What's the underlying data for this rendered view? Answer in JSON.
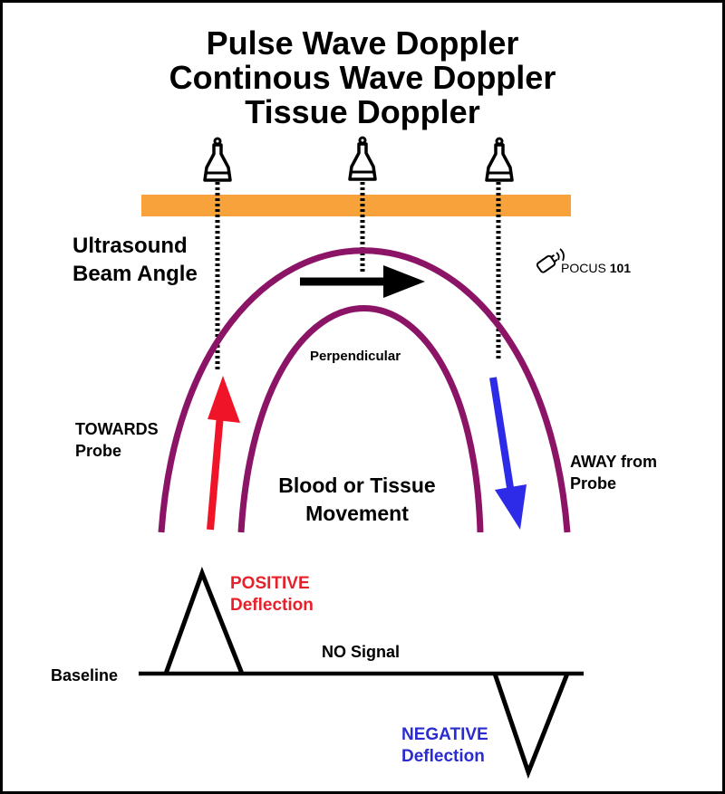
{
  "titles": [
    "Pulse Wave Doppler",
    "Continous Wave Doppler",
    "Tissue Doppler"
  ],
  "beam_angle": [
    "Ultrasound",
    "Beam Angle"
  ],
  "logo": {
    "text_main": "POCUS",
    "text_num": "101"
  },
  "perpendicular": "Perpendicular",
  "towards": [
    "TOWARDS",
    "Probe"
  ],
  "away": [
    "AWAY from",
    "Probe"
  ],
  "movement": [
    "Blood or Tissue",
    "Movement"
  ],
  "positive": [
    "POSITIVE",
    "Deflection"
  ],
  "negative": [
    "NEGATIVE",
    "Deflection"
  ],
  "no_signal": "NO Signal",
  "baseline": "Baseline",
  "colors": {
    "skin_bar": "#F7A23B",
    "vessel": "#8B1466",
    "towards_arrow": "#F01428",
    "away_arrow": "#2E2BE8",
    "positive_text": "#E8202A",
    "negative_text": "#2A2CCF",
    "ink": "#000000"
  },
  "icons": [
    "ultrasound-probe-icon",
    "pocus-logo-icon"
  ]
}
